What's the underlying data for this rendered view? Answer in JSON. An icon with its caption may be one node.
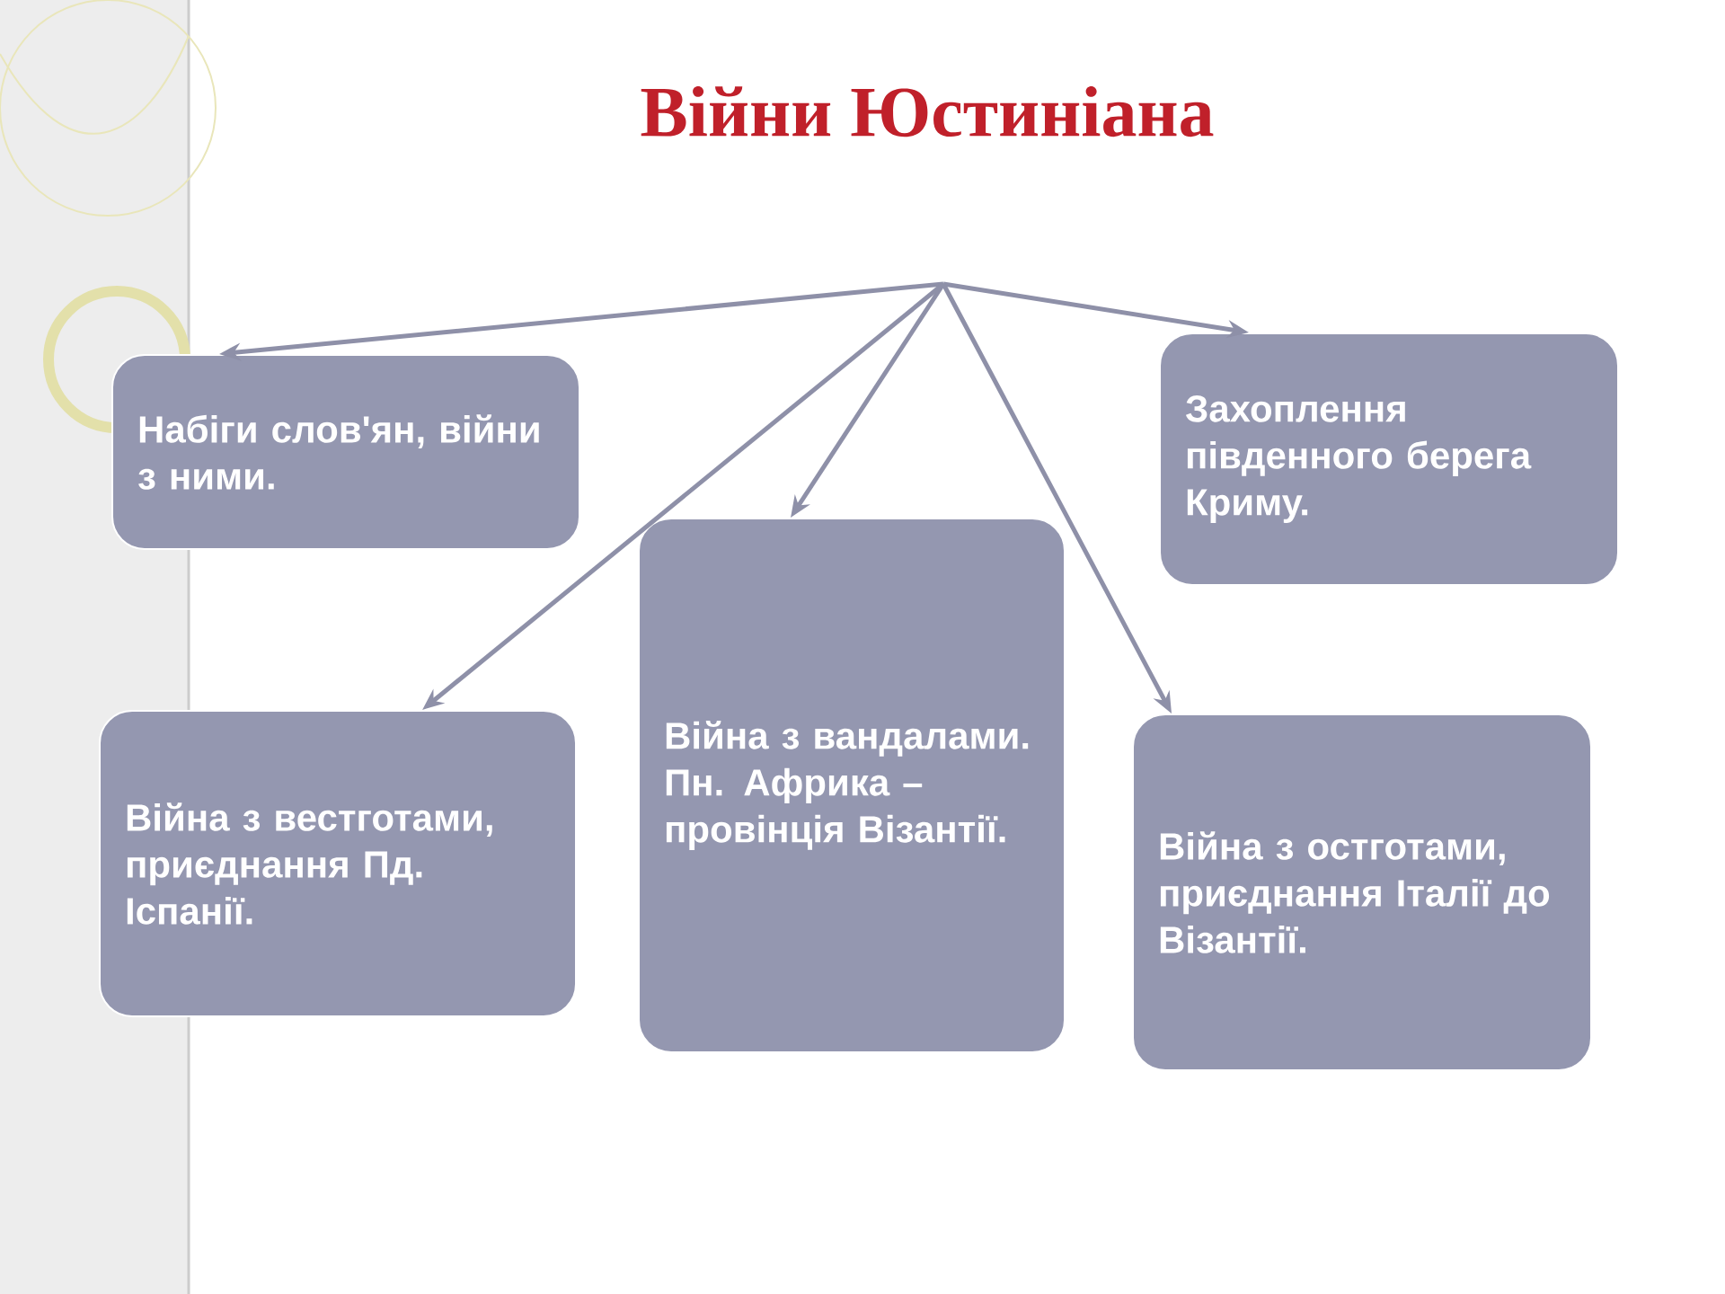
{
  "diagram": {
    "title": "Війни Юстиніана",
    "nodes": [
      {
        "text": [
          "Набіги слов'ян, війни з ними."
        ]
      },
      {
        "text": [
          "Захоплення південного берега Криму."
        ]
      },
      {
        "text": [
          "Війна з вандалами. Пн. Африка – провінція Візантії."
        ]
      },
      {
        "text": [
          "Війна з вестготами, приєднання Пд. Іспанії."
        ]
      },
      {
        "text": [
          "Війна з остготами, приєднання Італії до Візантії."
        ]
      }
    ],
    "edges": [
      {
        "from": null,
        "to": 0,
        "arrow": "to"
      },
      {
        "from": null,
        "to": 1,
        "arrow": "to"
      },
      {
        "from": null,
        "to": 2,
        "arrow": "to"
      },
      {
        "from": null,
        "to": 3,
        "arrow": "to"
      },
      {
        "from": null,
        "to": 4,
        "arrow": "to"
      }
    ]
  }
}
